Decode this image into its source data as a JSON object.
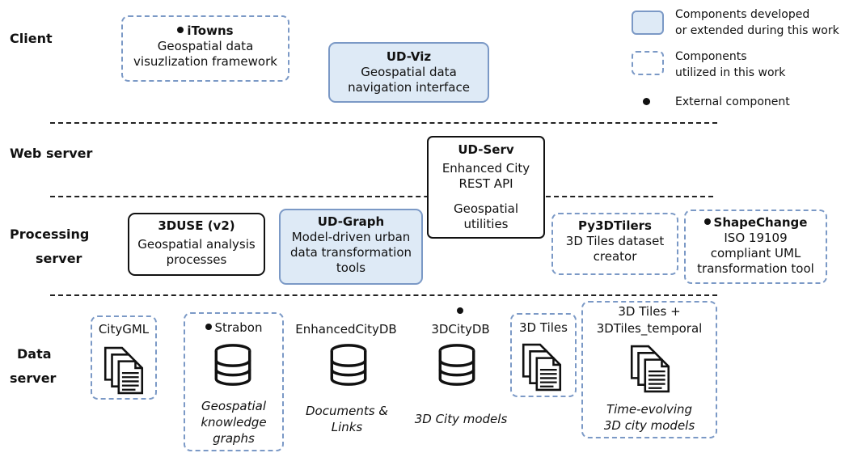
{
  "layers": {
    "client": "Client",
    "web_server": "Web server",
    "processing_1": "Processing",
    "processing_2": "server",
    "data_1": "Data",
    "data_2": "server"
  },
  "legend": {
    "developed_1": "Components developed",
    "developed_2": "or extended during this work",
    "utilized_1": "Components",
    "utilized_2": "utilized in this work",
    "external": "External component"
  },
  "components": {
    "itowns": {
      "title": "iTowns",
      "line1": "Geospatial data",
      "line2": "visuzlization framework"
    },
    "udviz": {
      "title": "UD-Viz",
      "line1": "Geospatial data",
      "line2": "navigation interface"
    },
    "udserv": {
      "title": "UD-Serv",
      "line1": "Enhanced City",
      "line2": "REST API",
      "line3": "Geospatial",
      "line4": "utilities"
    },
    "threeduse": {
      "title": "3DUSE (v2)",
      "line1": "Geospatial analysis",
      "line2": "processes"
    },
    "udgraph": {
      "title": "UD-Graph",
      "line1": "Model-driven urban",
      "line2": "data transformation",
      "line3": "tools"
    },
    "py3dtilers": {
      "title": "Py3DTilers",
      "line1": "3D Tiles dataset",
      "line2": "creator"
    },
    "shapechange": {
      "title": "ShapeChange",
      "line1": "ISO 19109",
      "line2": "compliant UML",
      "line3": "transformation tool"
    }
  },
  "data": {
    "citygml": "CityGML",
    "strabon": "Strabon",
    "strabon_desc_1": "Geospatial",
    "strabon_desc_2": "knowledge",
    "strabon_desc_3": "graphs",
    "enhanced": "EnhancedCityDB",
    "enhanced_desc_1": "Documents &",
    "enhanced_desc_2": "Links",
    "citydb": "3DCityDB",
    "citydb_desc": "3D City models",
    "tiles": "3D Tiles",
    "tiles_temporal_1": "3D Tiles +",
    "tiles_temporal_2": "3DTiles_temporal",
    "tiles_temporal_desc_1": "Time-evolving",
    "tiles_temporal_desc_2": "3D city models"
  },
  "colors": {
    "developed_fill": "#deeaf6",
    "accent_border": "#7b99c6",
    "ink": "#111111"
  },
  "icons": [
    "bullet-icon",
    "database-icon",
    "documents-icon"
  ]
}
